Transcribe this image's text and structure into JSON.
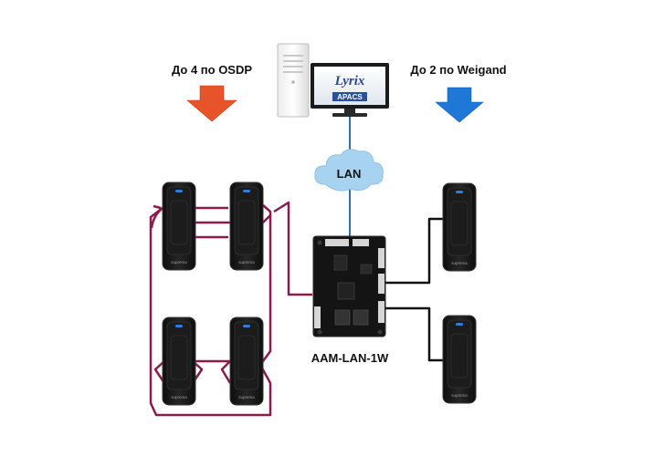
{
  "labels": {
    "osdp": "До 4 по OSDP",
    "weigand": "До 2 по Weigand",
    "lan": "LAN",
    "controller": "AAM-LAN-1W"
  },
  "logo": {
    "brand": "Lyrix",
    "product": "APACS"
  },
  "reader_brand": "suprema",
  "colors": {
    "osdp_arrow": "#e8542a",
    "weigand_arrow": "#1f78d8",
    "osdp_bus": "#8b1a4e",
    "weigand_wire": "#111111",
    "lan_line": "#2f6fb0",
    "cloud": "#a7d3f1"
  },
  "icons": {
    "arrow_left": "arrow-down-icon",
    "arrow_right": "arrow-down-icon",
    "cloud": "cloud-icon",
    "pc": "desktop-computer-icon",
    "controller": "controller-board-icon",
    "reader": "card-reader-icon"
  }
}
